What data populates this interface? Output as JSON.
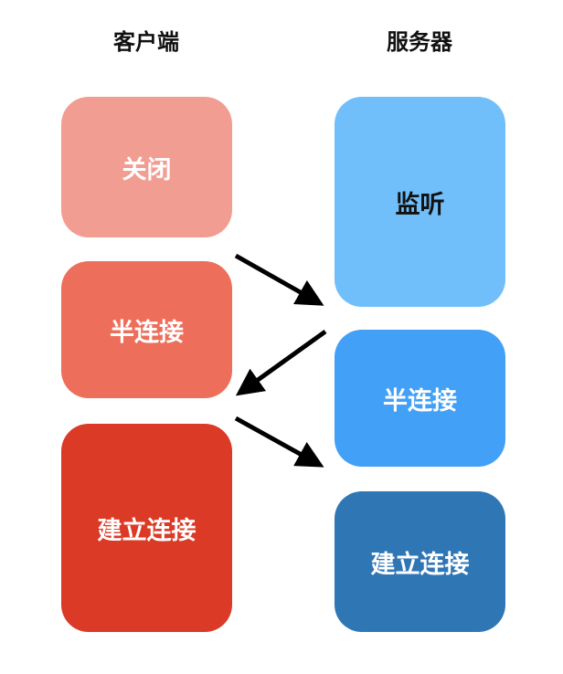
{
  "client": {
    "title": "客户端",
    "states": {
      "closed": {
        "label": "关闭",
        "color": "#F29D92"
      },
      "half_open": {
        "label": "半连接",
        "color": "#ED6F5B"
      },
      "established": {
        "label": "建立连接",
        "color": "#DB3A26"
      }
    }
  },
  "server": {
    "title": "服务器",
    "states": {
      "listen": {
        "label": "监听",
        "color": "#71BFFA"
      },
      "half_open": {
        "label": "半连接",
        "color": "#42A0F7"
      },
      "established": {
        "label": "建立连接",
        "color": "#2F76B5"
      }
    }
  },
  "arrows": [
    {
      "from": "client",
      "to": "server",
      "color": "#000000"
    },
    {
      "from": "server",
      "to": "client",
      "color": "#000000"
    },
    {
      "from": "client",
      "to": "server",
      "color": "#000000"
    }
  ]
}
